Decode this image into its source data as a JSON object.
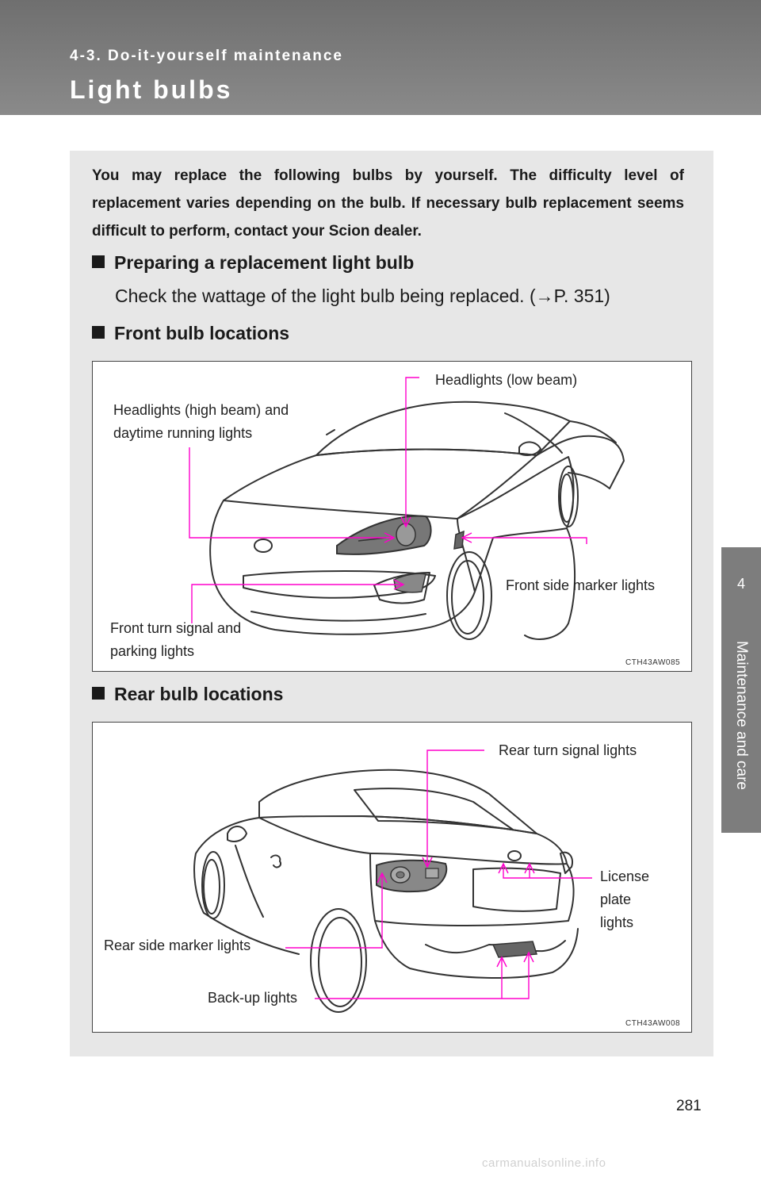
{
  "header": {
    "section_label": "4-3. Do-it-yourself maintenance",
    "title": "Light bulbs"
  },
  "side_tab": {
    "number": "4",
    "text": "Maintenance and care"
  },
  "intro": "You may replace the following bulbs by yourself. The difficulty level of replacement varies depending on the bulb. If necessary bulb replacement seems difficult to perform, contact your Scion dealer.",
  "sections": {
    "preparing": {
      "heading": "Preparing a replacement light bulb",
      "body": "Check the wattage of the light bulb being replaced. (→P. 351)"
    },
    "front": {
      "heading": "Front bulb locations",
      "labels": {
        "low_beam": "Headlights (low beam)",
        "high_beam_line1": "Headlights (high beam) and",
        "high_beam_line2": "daytime running lights",
        "side_marker": "Front side marker lights",
        "turn_line1": "Front turn signal and",
        "turn_line2": "parking lights"
      },
      "figure_code": "CTH43AW085"
    },
    "rear": {
      "heading": "Rear bulb locations",
      "labels": {
        "turn": "Rear turn signal lights",
        "license_line1": "License",
        "license_line2": "plate",
        "license_line3": "lights",
        "side_marker": "Rear side marker lights",
        "backup": "Back-up lights"
      },
      "figure_code": "CTH43AW008"
    }
  },
  "page_number": "281",
  "footer": "carmanualsonline.info",
  "colors": {
    "callout_line": "#ff00cc",
    "header_bg": "#7a7a7a",
    "panel_bg": "#e7e7e7"
  }
}
